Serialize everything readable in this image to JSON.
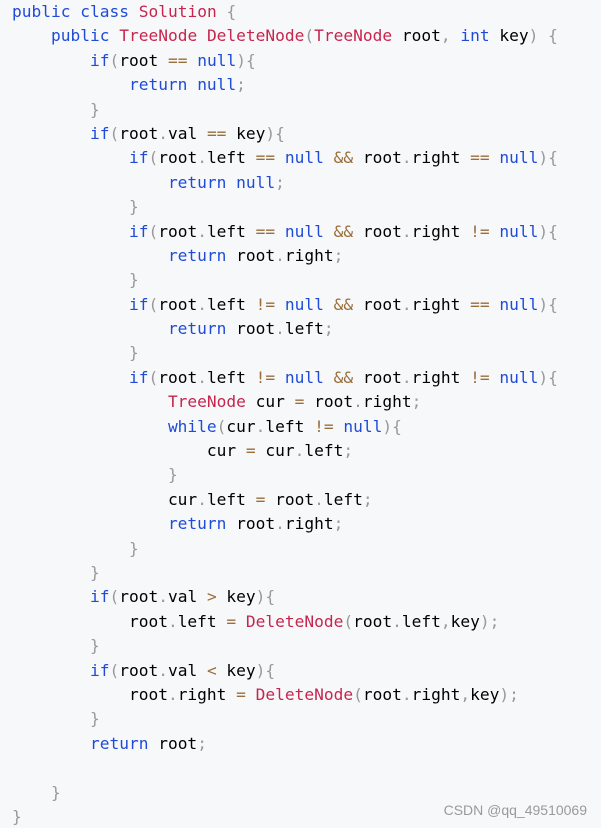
{
  "code": {
    "language": "java",
    "lines": [
      [
        [
          "kw",
          "public"
        ],
        [
          "id",
          " "
        ],
        [
          "kw",
          "class"
        ],
        [
          "id",
          " "
        ],
        [
          "type",
          "Solution"
        ],
        [
          "id",
          " "
        ],
        [
          "punct",
          "{"
        ]
      ],
      [
        [
          "id",
          "    "
        ],
        [
          "kw",
          "public"
        ],
        [
          "id",
          " "
        ],
        [
          "type",
          "TreeNode"
        ],
        [
          "id",
          " "
        ],
        [
          "fn",
          "DeleteNode"
        ],
        [
          "punct",
          "("
        ],
        [
          "type",
          "TreeNode"
        ],
        [
          "id",
          " root"
        ],
        [
          "punct",
          ","
        ],
        [
          "id",
          " "
        ],
        [
          "kw",
          "int"
        ],
        [
          "id",
          " key"
        ],
        [
          "punct",
          ")"
        ],
        [
          "id",
          " "
        ],
        [
          "punct",
          "{"
        ]
      ],
      [
        [
          "id",
          "        "
        ],
        [
          "kw",
          "if"
        ],
        [
          "punct",
          "("
        ],
        [
          "id",
          "root "
        ],
        [
          "op",
          "=="
        ],
        [
          "id",
          " "
        ],
        [
          "kw",
          "null"
        ],
        [
          "punct",
          ")"
        ],
        [
          "punct",
          "{"
        ]
      ],
      [
        [
          "id",
          "            "
        ],
        [
          "kw",
          "return"
        ],
        [
          "id",
          " "
        ],
        [
          "kw",
          "null"
        ],
        [
          "punct",
          ";"
        ]
      ],
      [
        [
          "id",
          "        "
        ],
        [
          "punct",
          "}"
        ]
      ],
      [
        [
          "id",
          "        "
        ],
        [
          "kw",
          "if"
        ],
        [
          "punct",
          "("
        ],
        [
          "id",
          "root"
        ],
        [
          "punct",
          "."
        ],
        [
          "id",
          "val "
        ],
        [
          "op",
          "=="
        ],
        [
          "id",
          " key"
        ],
        [
          "punct",
          ")"
        ],
        [
          "punct",
          "{"
        ]
      ],
      [
        [
          "id",
          "            "
        ],
        [
          "kw",
          "if"
        ],
        [
          "punct",
          "("
        ],
        [
          "id",
          "root"
        ],
        [
          "punct",
          "."
        ],
        [
          "id",
          "left "
        ],
        [
          "op",
          "=="
        ],
        [
          "id",
          " "
        ],
        [
          "kw",
          "null"
        ],
        [
          "id",
          " "
        ],
        [
          "op",
          "&&"
        ],
        [
          "id",
          " root"
        ],
        [
          "punct",
          "."
        ],
        [
          "id",
          "right "
        ],
        [
          "op",
          "=="
        ],
        [
          "id",
          " "
        ],
        [
          "kw",
          "null"
        ],
        [
          "punct",
          ")"
        ],
        [
          "punct",
          "{"
        ]
      ],
      [
        [
          "id",
          "                "
        ],
        [
          "kw",
          "return"
        ],
        [
          "id",
          " "
        ],
        [
          "kw",
          "null"
        ],
        [
          "punct",
          ";"
        ]
      ],
      [
        [
          "id",
          "            "
        ],
        [
          "punct",
          "}"
        ]
      ],
      [
        [
          "id",
          "            "
        ],
        [
          "kw",
          "if"
        ],
        [
          "punct",
          "("
        ],
        [
          "id",
          "root"
        ],
        [
          "punct",
          "."
        ],
        [
          "id",
          "left "
        ],
        [
          "op",
          "=="
        ],
        [
          "id",
          " "
        ],
        [
          "kw",
          "null"
        ],
        [
          "id",
          " "
        ],
        [
          "op",
          "&&"
        ],
        [
          "id",
          " root"
        ],
        [
          "punct",
          "."
        ],
        [
          "id",
          "right "
        ],
        [
          "op",
          "!="
        ],
        [
          "id",
          " "
        ],
        [
          "kw",
          "null"
        ],
        [
          "punct",
          ")"
        ],
        [
          "punct",
          "{"
        ]
      ],
      [
        [
          "id",
          "                "
        ],
        [
          "kw",
          "return"
        ],
        [
          "id",
          " root"
        ],
        [
          "punct",
          "."
        ],
        [
          "id",
          "right"
        ],
        [
          "punct",
          ";"
        ]
      ],
      [
        [
          "id",
          "            "
        ],
        [
          "punct",
          "}"
        ]
      ],
      [
        [
          "id",
          "            "
        ],
        [
          "kw",
          "if"
        ],
        [
          "punct",
          "("
        ],
        [
          "id",
          "root"
        ],
        [
          "punct",
          "."
        ],
        [
          "id",
          "left "
        ],
        [
          "op",
          "!="
        ],
        [
          "id",
          " "
        ],
        [
          "kw",
          "null"
        ],
        [
          "id",
          " "
        ],
        [
          "op",
          "&&"
        ],
        [
          "id",
          " root"
        ],
        [
          "punct",
          "."
        ],
        [
          "id",
          "right "
        ],
        [
          "op",
          "=="
        ],
        [
          "id",
          " "
        ],
        [
          "kw",
          "null"
        ],
        [
          "punct",
          ")"
        ],
        [
          "punct",
          "{"
        ]
      ],
      [
        [
          "id",
          "                "
        ],
        [
          "kw",
          "return"
        ],
        [
          "id",
          " root"
        ],
        [
          "punct",
          "."
        ],
        [
          "id",
          "left"
        ],
        [
          "punct",
          ";"
        ]
      ],
      [
        [
          "id",
          "            "
        ],
        [
          "punct",
          "}"
        ]
      ],
      [
        [
          "id",
          "            "
        ],
        [
          "kw",
          "if"
        ],
        [
          "punct",
          "("
        ],
        [
          "id",
          "root"
        ],
        [
          "punct",
          "."
        ],
        [
          "id",
          "left "
        ],
        [
          "op",
          "!="
        ],
        [
          "id",
          " "
        ],
        [
          "kw",
          "null"
        ],
        [
          "id",
          " "
        ],
        [
          "op",
          "&&"
        ],
        [
          "id",
          " root"
        ],
        [
          "punct",
          "."
        ],
        [
          "id",
          "right "
        ],
        [
          "op",
          "!="
        ],
        [
          "id",
          " "
        ],
        [
          "kw",
          "null"
        ],
        [
          "punct",
          ")"
        ],
        [
          "punct",
          "{"
        ]
      ],
      [
        [
          "id",
          "                "
        ],
        [
          "type",
          "TreeNode"
        ],
        [
          "id",
          " cur "
        ],
        [
          "op",
          "="
        ],
        [
          "id",
          " root"
        ],
        [
          "punct",
          "."
        ],
        [
          "id",
          "right"
        ],
        [
          "punct",
          ";"
        ]
      ],
      [
        [
          "id",
          "                "
        ],
        [
          "kw",
          "while"
        ],
        [
          "punct",
          "("
        ],
        [
          "id",
          "cur"
        ],
        [
          "punct",
          "."
        ],
        [
          "id",
          "left "
        ],
        [
          "op",
          "!="
        ],
        [
          "id",
          " "
        ],
        [
          "kw",
          "null"
        ],
        [
          "punct",
          ")"
        ],
        [
          "punct",
          "{"
        ]
      ],
      [
        [
          "id",
          "                    "
        ],
        [
          "id",
          "cur "
        ],
        [
          "op",
          "="
        ],
        [
          "id",
          " cur"
        ],
        [
          "punct",
          "."
        ],
        [
          "id",
          "left"
        ],
        [
          "punct",
          ";"
        ]
      ],
      [
        [
          "id",
          "                "
        ],
        [
          "punct",
          "}"
        ]
      ],
      [
        [
          "id",
          "                "
        ],
        [
          "id",
          "cur"
        ],
        [
          "punct",
          "."
        ],
        [
          "id",
          "left "
        ],
        [
          "op",
          "="
        ],
        [
          "id",
          " root"
        ],
        [
          "punct",
          "."
        ],
        [
          "id",
          "left"
        ],
        [
          "punct",
          ";"
        ]
      ],
      [
        [
          "id",
          "                "
        ],
        [
          "kw",
          "return"
        ],
        [
          "id",
          " root"
        ],
        [
          "punct",
          "."
        ],
        [
          "id",
          "right"
        ],
        [
          "punct",
          ";"
        ]
      ],
      [
        [
          "id",
          "            "
        ],
        [
          "punct",
          "}"
        ]
      ],
      [
        [
          "id",
          "        "
        ],
        [
          "punct",
          "}"
        ]
      ],
      [
        [
          "id",
          "        "
        ],
        [
          "kw",
          "if"
        ],
        [
          "punct",
          "("
        ],
        [
          "id",
          "root"
        ],
        [
          "punct",
          "."
        ],
        [
          "id",
          "val "
        ],
        [
          "op",
          ">"
        ],
        [
          "id",
          " key"
        ],
        [
          "punct",
          ")"
        ],
        [
          "punct",
          "{"
        ]
      ],
      [
        [
          "id",
          "            "
        ],
        [
          "id",
          "root"
        ],
        [
          "punct",
          "."
        ],
        [
          "id",
          "left "
        ],
        [
          "op",
          "="
        ],
        [
          "id",
          " "
        ],
        [
          "fn",
          "DeleteNode"
        ],
        [
          "punct",
          "("
        ],
        [
          "id",
          "root"
        ],
        [
          "punct",
          "."
        ],
        [
          "id",
          "left"
        ],
        [
          "punct",
          ","
        ],
        [
          "id",
          "key"
        ],
        [
          "punct",
          ")"
        ],
        [
          "punct",
          ";"
        ]
      ],
      [
        [
          "id",
          "        "
        ],
        [
          "punct",
          "}"
        ]
      ],
      [
        [
          "id",
          "        "
        ],
        [
          "kw",
          "if"
        ],
        [
          "punct",
          "("
        ],
        [
          "id",
          "root"
        ],
        [
          "punct",
          "."
        ],
        [
          "id",
          "val "
        ],
        [
          "op",
          "<"
        ],
        [
          "id",
          " key"
        ],
        [
          "punct",
          ")"
        ],
        [
          "punct",
          "{"
        ]
      ],
      [
        [
          "id",
          "            "
        ],
        [
          "id",
          "root"
        ],
        [
          "punct",
          "."
        ],
        [
          "id",
          "right "
        ],
        [
          "op",
          "="
        ],
        [
          "id",
          " "
        ],
        [
          "fn",
          "DeleteNode"
        ],
        [
          "punct",
          "("
        ],
        [
          "id",
          "root"
        ],
        [
          "punct",
          "."
        ],
        [
          "id",
          "right"
        ],
        [
          "punct",
          ","
        ],
        [
          "id",
          "key"
        ],
        [
          "punct",
          ")"
        ],
        [
          "punct",
          ";"
        ]
      ],
      [
        [
          "id",
          "        "
        ],
        [
          "punct",
          "}"
        ]
      ],
      [
        [
          "id",
          "        "
        ],
        [
          "kw",
          "return"
        ],
        [
          "id",
          " root"
        ],
        [
          "punct",
          ";"
        ]
      ],
      [
        [
          "id",
          ""
        ]
      ],
      [
        [
          "id",
          "    "
        ],
        [
          "punct",
          "}"
        ]
      ],
      [
        [
          "punct",
          "}"
        ]
      ]
    ]
  },
  "colors": {
    "keyword": "#1f4bd8",
    "type": "#c7254e",
    "function": "#c7254e",
    "operator": "#9a6e3a",
    "punctuation": "#999999",
    "identifier": "#000000",
    "background": "#f6f8fa"
  },
  "watermark": {
    "text": "CSDN @qq_49510069"
  }
}
